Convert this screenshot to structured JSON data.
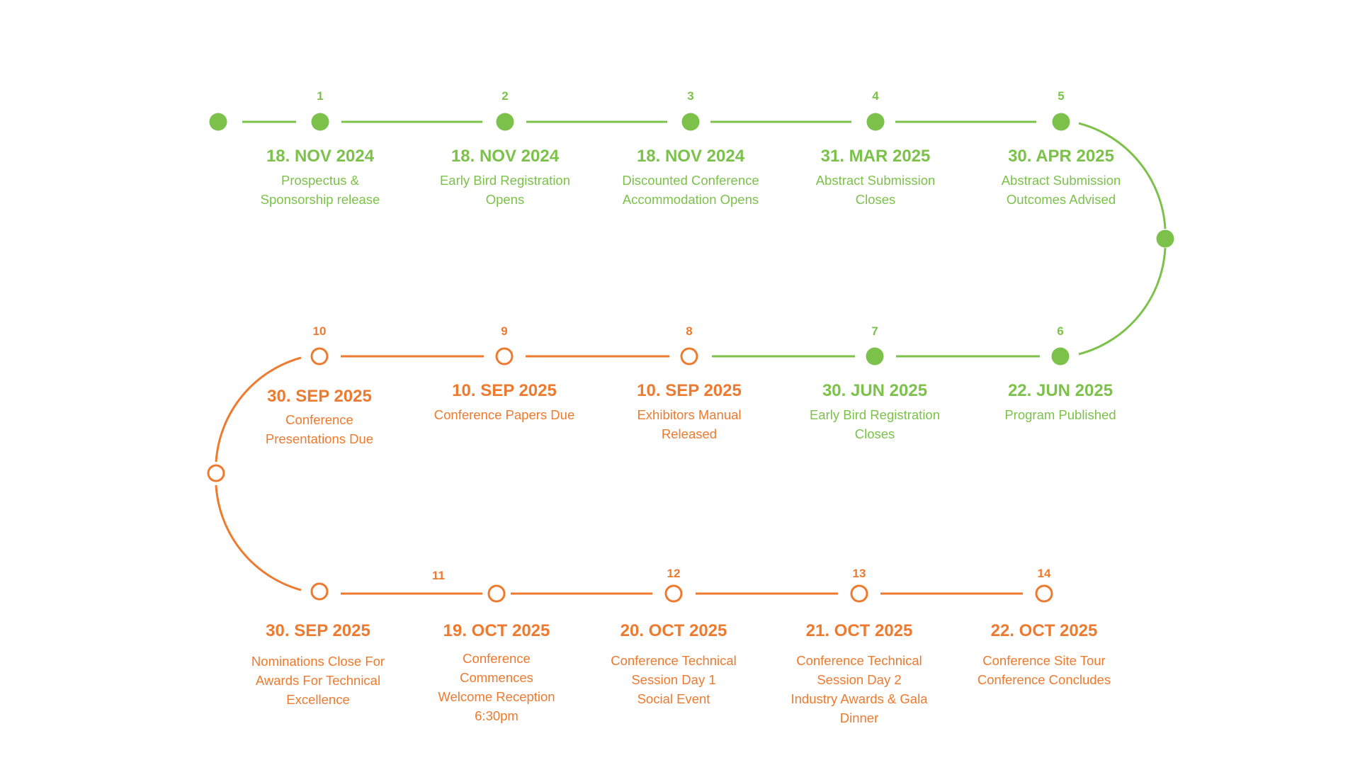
{
  "colors": {
    "done": "#7cc14a",
    "upcoming": "#ee7a2f"
  },
  "milestones": [
    {
      "number": "1",
      "date": "18. NOV 2024",
      "description": "Prospectus &\nSponsorship release",
      "status": "done"
    },
    {
      "number": "2",
      "date": "18. NOV 2024",
      "description": "Early Bird Registration\nOpens",
      "status": "done"
    },
    {
      "number": "3",
      "date": "18. NOV 2024",
      "description": "Discounted Conference\nAccommodation Opens",
      "status": "done"
    },
    {
      "number": "4",
      "date": "31. MAR 2025",
      "description": "Abstract Submission\nCloses",
      "status": "done"
    },
    {
      "number": "5",
      "date": "30. APR 2025",
      "description": "Abstract Submission\nOutcomes Advised",
      "status": "done"
    },
    {
      "number": "6",
      "date": "22. JUN 2025",
      "description": "Program Published",
      "status": "done"
    },
    {
      "number": "7",
      "date": "30. JUN 2025",
      "description": "Early Bird Registration\nCloses",
      "status": "done"
    },
    {
      "number": "8",
      "date": "10. SEP 2025",
      "description": "Exhibitors Manual\nReleased",
      "status": "upcoming"
    },
    {
      "number": "9",
      "date": "10. SEP 2025",
      "description": "Conference Papers Due",
      "status": "upcoming"
    },
    {
      "number": "10",
      "date": "30. SEP 2025",
      "description": "Conference\nPresentations Due",
      "status": "upcoming"
    },
    {
      "number": "11",
      "date": "19. OCT 2025",
      "description": "Conference\nCommences\nWelcome Reception\n6:30pm",
      "status": "upcoming"
    },
    {
      "number": "12",
      "date": "20. OCT 2025",
      "description": "Conference Technical\nSession Day 1\nSocial Event",
      "status": "upcoming"
    },
    {
      "number": "13",
      "date": "21. OCT 2025",
      "description": "Conference Technical\nSession Day 2\nIndustry Awards & Gala\nDinner",
      "status": "upcoming"
    },
    {
      "number": "14",
      "date": "22. OCT 2025",
      "description": "Conference Site Tour\nConference Concludes",
      "status": "upcoming"
    }
  ],
  "unnumbered_milestone": {
    "date": "30. SEP 2025",
    "description": "Nominations Close For\nAwards For Technical\nExcellence",
    "status": "upcoming"
  }
}
